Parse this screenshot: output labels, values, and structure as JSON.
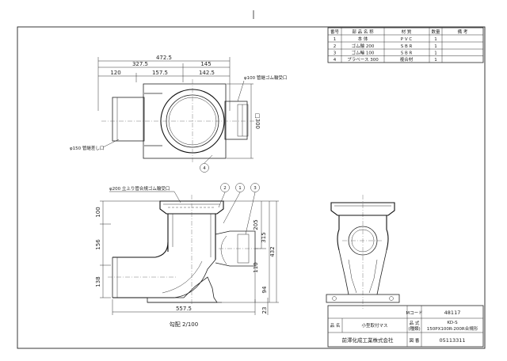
{
  "parts_table": {
    "headers": [
      "番号",
      "部 品 名 称",
      "材 質",
      "数量",
      "備 考"
    ],
    "rows": [
      {
        "no": "1",
        "name": "本 体",
        "material": "P V C",
        "qty": "1",
        "note": ""
      },
      {
        "no": "2",
        "name": "ゴム輪 200",
        "material": "S B R",
        "qty": "1",
        "note": ""
      },
      {
        "no": "3",
        "name": "ゴム輪 100",
        "material": "S B R",
        "qty": "1",
        "note": ""
      },
      {
        "no": "4",
        "name": "プラベース 300",
        "material": "複合材",
        "qty": "1",
        "note": ""
      }
    ]
  },
  "plan_view": {
    "dim_total": "472.5",
    "dim_left": "327.5",
    "dim_right": "145",
    "dim_a": "120",
    "dim_b": "157.5",
    "dim_c": "142.5",
    "dim_square": "□300",
    "label_phi100": "φ100 管継ゴム輪受口",
    "label_phi150": "φ150 管継差し口",
    "balloon_4": "4"
  },
  "front_view": {
    "label_phi200": "φ200 立上り管合規ゴム輪受口",
    "balloon_1": "1",
    "balloon_2": "2",
    "balloon_3": "3",
    "dim_100": "100",
    "dim_156": "156",
    "dim_138": "138",
    "dim_205": "205",
    "dim_315": "315",
    "dim_432": "432",
    "dim_110": "110",
    "dim_94": "94",
    "dim_23": "23",
    "dim_bottom": "557.5",
    "slope": "勾配 2/100"
  },
  "title_block": {
    "m_code_label": "Mコード",
    "m_code_value": "48117",
    "name_label": "品 名",
    "name_value": "小型取付マス",
    "model_label": "品 式",
    "model_label_sub": "(種類)",
    "model_value": "KD-S",
    "model_value_sub": "150PX100R-200R合規形",
    "company": "前澤化成工業株式会社",
    "doc_label": "図 番",
    "doc_value": "05113311"
  }
}
